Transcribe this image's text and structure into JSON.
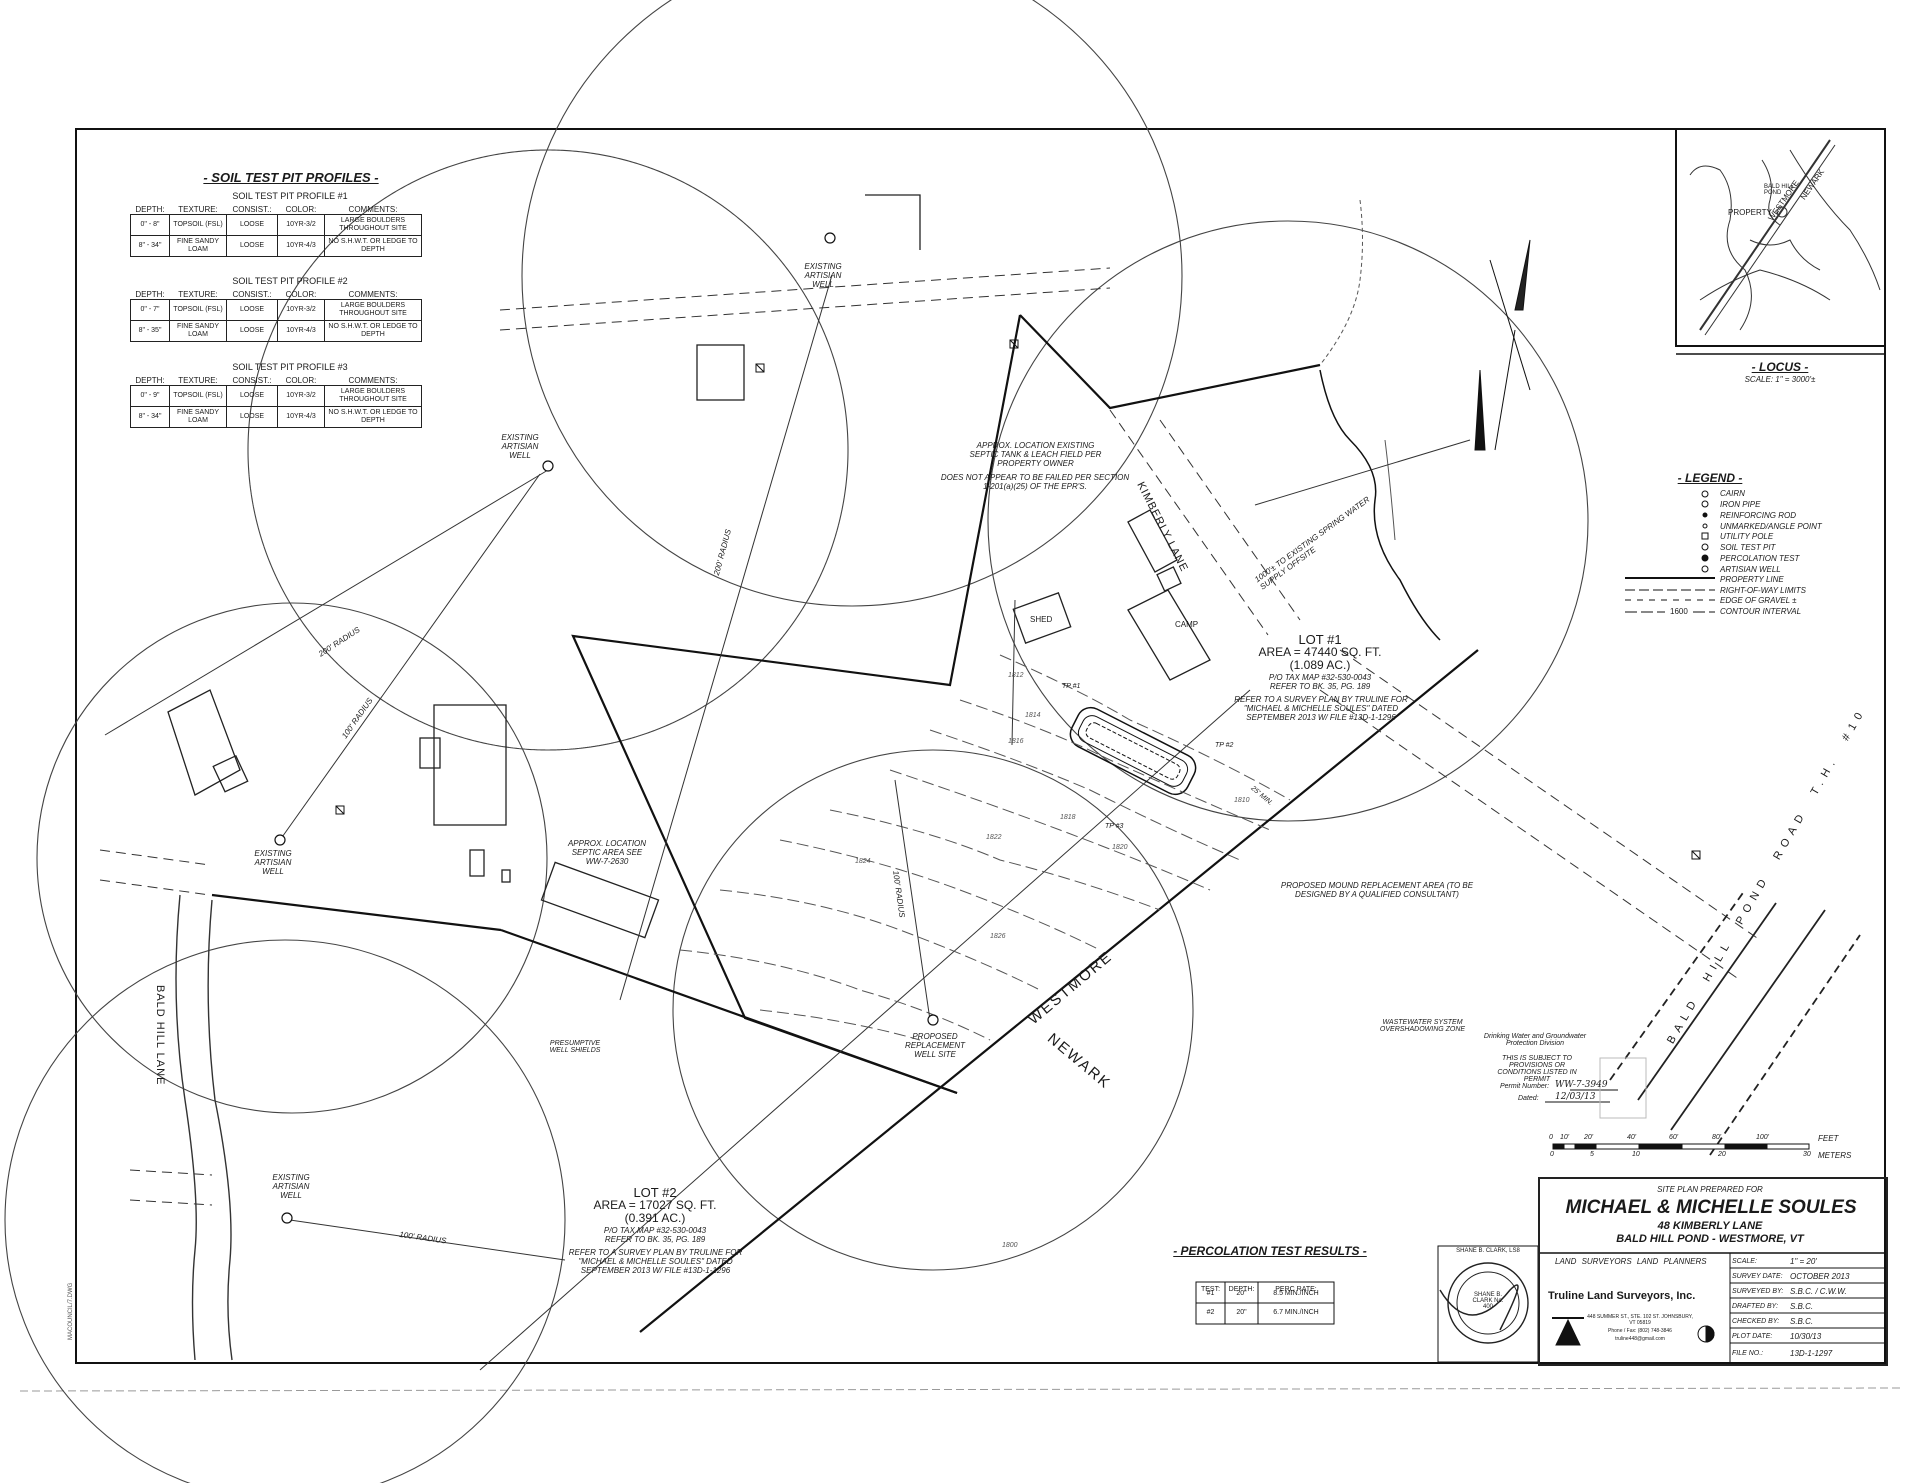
{
  "soil": {
    "heading": "- SOIL TEST PIT PROFILES -",
    "headers": [
      "DEPTH:",
      "TEXTURE:",
      "CONSIST.:",
      "COLOR:",
      "COMMENTS:"
    ],
    "profiles": [
      {
        "title": "SOIL TEST PIT PROFILE #1",
        "rows": [
          [
            "0\" - 8\"",
            "TOPSOIL (FSL)",
            "LOOSE",
            "10YR-3/2",
            "LARGE BOULDERS THROUGHOUT SITE"
          ],
          [
            "8\" - 34\"",
            "FINE SANDY LOAM",
            "LOOSE",
            "10YR-4/3",
            "NO S.H.W.T. OR LEDGE TO DEPTH"
          ]
        ]
      },
      {
        "title": "SOIL TEST PIT PROFILE #2",
        "rows": [
          [
            "0\" - 7\"",
            "TOPSOIL (FSL)",
            "LOOSE",
            "10YR-3/2",
            "LARGE BOULDERS THROUGHOUT SITE"
          ],
          [
            "8\" - 35\"",
            "FINE SANDY LOAM",
            "LOOSE",
            "10YR-4/3",
            "NO S.H.W.T. OR LEDGE TO DEPTH"
          ]
        ]
      },
      {
        "title": "SOIL TEST PIT PROFILE #3",
        "rows": [
          [
            "0\" - 9\"",
            "TOPSOIL (FSL)",
            "LOOSE",
            "10YR-3/2",
            "LARGE BOULDERS THROUGHOUT SITE"
          ],
          [
            "8\" - 34\"",
            "FINE SANDY LOAM",
            "LOOSE",
            "10YR-4/3",
            "NO S.H.W.T. OR LEDGE TO DEPTH"
          ]
        ]
      }
    ]
  },
  "locus": {
    "heading": "- LOCUS -",
    "scale": "SCALE: 1\" = 3000'±",
    "road1": "WESTMORE",
    "road2": "NEWARK",
    "pond": "BALD HILL POND",
    "property": "PROPERTY"
  },
  "legend": {
    "heading": "- LEGEND -",
    "items": [
      "CAIRN",
      "IRON PIPE",
      "REINFORCING ROD",
      "UNMARKED/ANGLE POINT",
      "UTILITY POLE",
      "SOIL TEST PIT",
      "PERCOLATION TEST",
      "ARTISIAN WELL",
      "PROPERTY LINE",
      "RIGHT-OF-WAY LIMITS",
      "EDGE OF GRAVEL ±",
      "CONTOUR INTERVAL"
    ],
    "contour_sample": "1600"
  },
  "map": {
    "well_top": "EXISTING ARTISIAN WELL",
    "well_mid": "EXISTING ARTISIAN WELL",
    "well_left": "EXISTING ARTISIAN WELL",
    "well_bottom": "EXISTING ARTISIAN WELL",
    "septic_note1": "APPROX. LOCATION EXISTING SEPTIC TANK & LEACH FIELD PER PROPERTY OWNER",
    "septic_note2": "DOES NOT APPEAR TO BE FAILED PER SECTION 1-201(a)(25) OF THE EPR'S.",
    "kimberly_lane": "KIMBERLY LANE",
    "spring_note": "1000'± TO EXISTING SPRING WATER SUPPLY OFFSITE",
    "shed": "SHED",
    "camp": "CAMP",
    "lot1_title": "LOT #1",
    "lot1_area": "AREA = 47440 SQ. FT.",
    "lot1_ac": "(1.089 AC.)",
    "lot1_tax": "P/O TAX MAP #32-530-0043",
    "lot1_bk": "REFER TO BK. 35, PG. 189",
    "lot1_ref": "REFER TO A SURVEY PLAN BY TRULINE FOR \"MICHAEL & MICHELLE SOULES\" DATED SEPTEMBER 2013 W/ FILE #13D-1-1296",
    "radius_200a": "200' RADIUS",
    "radius_200b": "200' RADIUS",
    "radius_100a": "100' RADIUS",
    "radius_100b": "100' RADIUS",
    "radius_100c": "100' RADIUS",
    "septic_area": "APPROX. LOCATION SEPTIC AREA SEE WW-7-2630",
    "mound_note": "PROPOSED MOUND REPLACEMENT AREA (TO BE DESIGNED BY A QUALIFIED CONSULTANT)",
    "westmore": "WESTMORE",
    "newark": "NEWARK",
    "replacement_well": "PROPOSED REPLACEMENT WELL SITE",
    "presumptive": "PRESUMPTIVE WELL SHIELDS",
    "overshadowing": "WASTEWATER SYSTEM OVERSHADOWING ZONE",
    "bald_hill_lane": "BALD HILL LANE",
    "bald_hill_road": "BALD HILL POND ROAD T.H. #10",
    "lot2_title": "LOT #2",
    "lot2_area": "AREA = 17027 SQ. FT.",
    "lot2_ac": "(0.391 AC.)",
    "lot2_tax": "P/O TAX MAP #32-530-0043",
    "lot2_bk": "REFER TO BK. 35, PG. 189",
    "lot2_ref": "REFER TO A SURVEY PLAN BY TRULINE FOR \"MICHAEL & MICHELLE SOULES\" DATED SEPTEMBER 2013 W/ FILE #13D-1-1296",
    "tp1": "TP #1",
    "tp2": "TP #2",
    "tp3": "TP #3",
    "mhrl": "25' MIN.",
    "contours": [
      "1812",
      "1814",
      "1816",
      "1818",
      "1820",
      "1822",
      "1824",
      "1826",
      "1810",
      "1800"
    ]
  },
  "stamp": {
    "line1": "Drinking Water and Groundwater Protection Division",
    "line2": "THIS IS SUBJECT TO PROVISIONS OR CONDITIONS LISTED IN PERMIT",
    "permit_label": "Permit Number:",
    "permit_value": "WW-7-3949",
    "dated_label": "Dated:",
    "dated_value": "12/03/13"
  },
  "scale_bar": {
    "feet_ticks": [
      "0",
      "10'",
      "20'",
      "40'",
      "60'",
      "80'",
      "100'"
    ],
    "feet_label": "FEET",
    "meter_ticks": [
      "0",
      "5",
      "10",
      "20",
      "30"
    ],
    "meter_label": "METERS"
  },
  "perc": {
    "heading": "- PERCOLATION TEST RESULTS -",
    "headers": [
      "TEST:",
      "DEPTH:",
      "PERC RATE:"
    ],
    "rows": [
      [
        "#1",
        "20\"",
        "8.5 MIN./INCH"
      ],
      [
        "#2",
        "20\"",
        "6.7 MIN./INCH"
      ]
    ]
  },
  "title_block": {
    "prepared_for": "SITE PLAN PREPARED FOR",
    "client": "MICHAEL & MICHELLE SOULES",
    "address": "48 KIMBERLY LANE",
    "location": "BALD HILL POND - WESTMORE, VT",
    "surveyor_seal": "SHANE B. CLARK, LS8",
    "seal_name": "SHANE B. CLARK No. 400",
    "services": "LAND SURVEYORS   LAND PLANNERS",
    "company": "Truline Land Surveyors, Inc.",
    "company_address": "448 SUMMER ST., STE. 102 ST. JOHNSBURY, VT 05819",
    "phone": "Phone / Fax: (802) 748-3846",
    "email": "truline448@gmail.com",
    "fields": [
      {
        "label": "SCALE:",
        "value": "1\" = 20'"
      },
      {
        "label": "SURVEY DATE:",
        "value": "OCTOBER 2013"
      },
      {
        "label": "SURVEYED BY:",
        "value": "S.B.C. / C.W.W."
      },
      {
        "label": "DRAFTED BY:",
        "value": "S.B.C."
      },
      {
        "label": "CHECKED BY:",
        "value": "S.B.C."
      },
      {
        "label": "PLOT DATE:",
        "value": "10/30/13"
      },
      {
        "label": "FILE NO.:",
        "value": "13D-1-1297"
      }
    ]
  },
  "margin_note": "MACOUNCIL/7.DWG"
}
